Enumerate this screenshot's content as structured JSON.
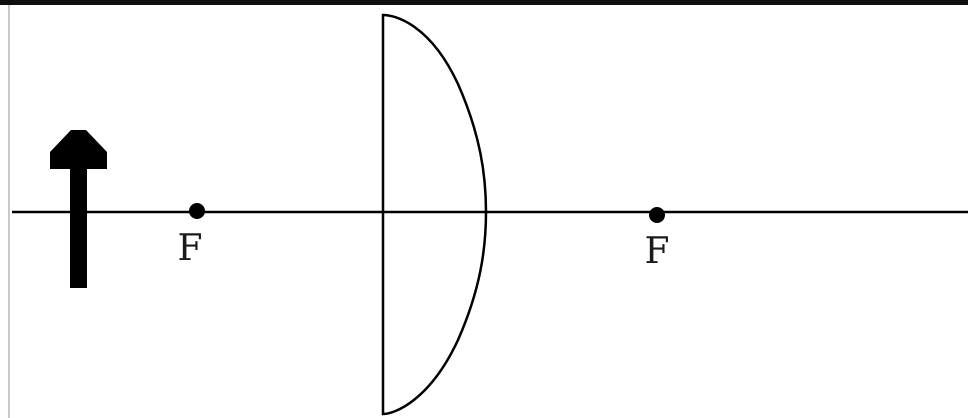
{
  "diagram": {
    "type": "optics-ray-diagram",
    "lens": "plano-convex",
    "object": "upright-arrow",
    "focal_points": [
      {
        "label": "F"
      },
      {
        "label": "F"
      }
    ],
    "colors": {
      "line": "#000000",
      "frame": "#0f0f0f",
      "left_border": "#c8c8c8",
      "background": "#ffffff"
    }
  }
}
